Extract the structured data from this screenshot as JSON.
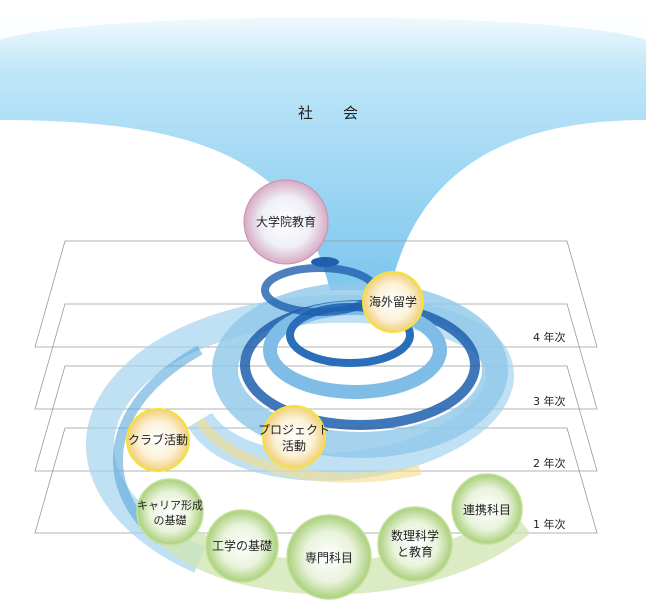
{
  "title": "社　　会",
  "graduate": "大学院教育",
  "years": [
    "4 年次",
    "3 年次",
    "2 年次",
    "1 年次"
  ],
  "activities": {
    "study_abroad": "海外留学",
    "club": "クラブ活動",
    "project": [
      "プロジェクト",
      "活動"
    ]
  },
  "courses": {
    "career": [
      "キャリア形成",
      "の基礎"
    ],
    "engineering_basics": "工学の基礎",
    "major": "専門科目",
    "math_science": [
      "数理科学",
      "と教育"
    ],
    "cooperative": "連携科目"
  },
  "colors": {
    "sky": "#8fd0f0",
    "spiral_dark": "#1f5fae",
    "spiral_light": "#8ec8e8",
    "yellow": "#f5e23a",
    "green": "#b5d88a",
    "pink": "#c98fb0"
  }
}
